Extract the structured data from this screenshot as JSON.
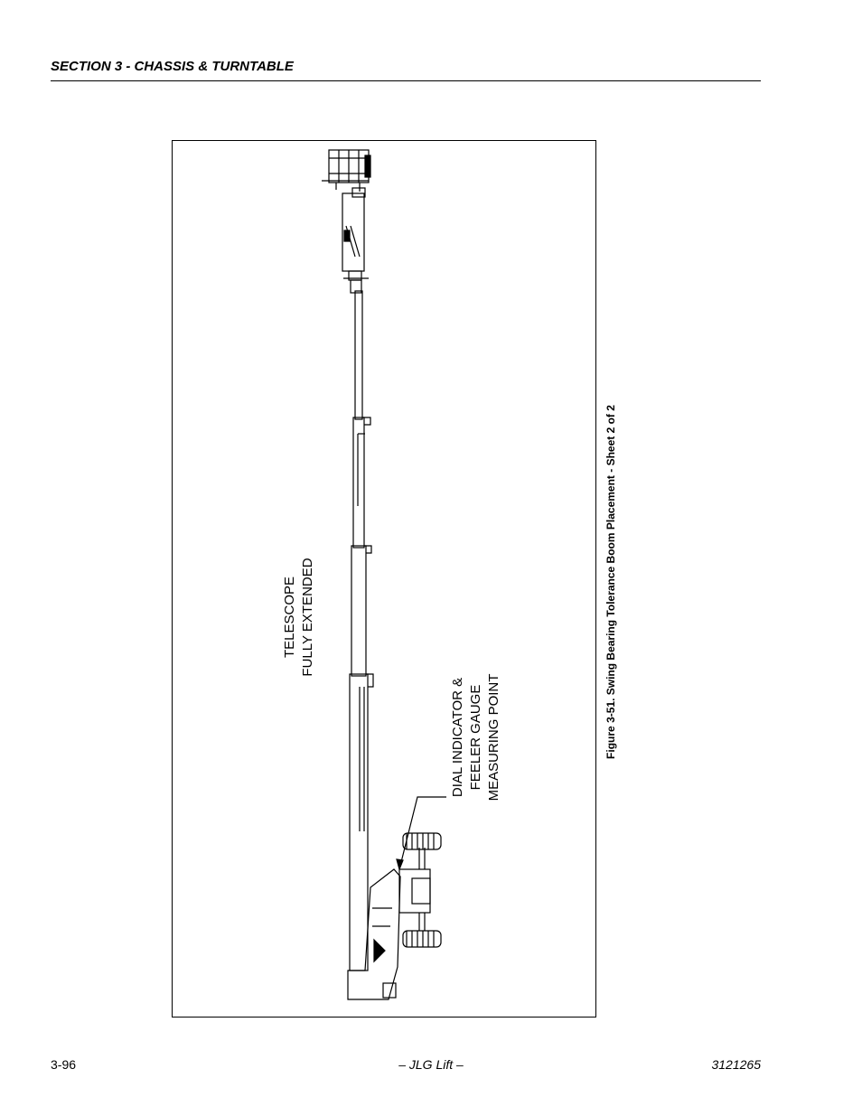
{
  "header": {
    "section_title": "SECTION 3 - CHASSIS & TURNTABLE"
  },
  "figure": {
    "caption": "Figure 3-51.  Swing Bearing Tolerance Boom Placement - Sheet 2 of 2",
    "callouts": {
      "telescope": [
        "TELESCOPE",
        "FULLY EXTENDED"
      ],
      "dial_indicator": [
        "DIAL INDICATOR &",
        "FEELER GAUGE",
        "MEASURING POINT"
      ]
    }
  },
  "footer": {
    "page_number": "3-96",
    "brand": "– JLG Lift –",
    "doc_number": "3121265"
  }
}
